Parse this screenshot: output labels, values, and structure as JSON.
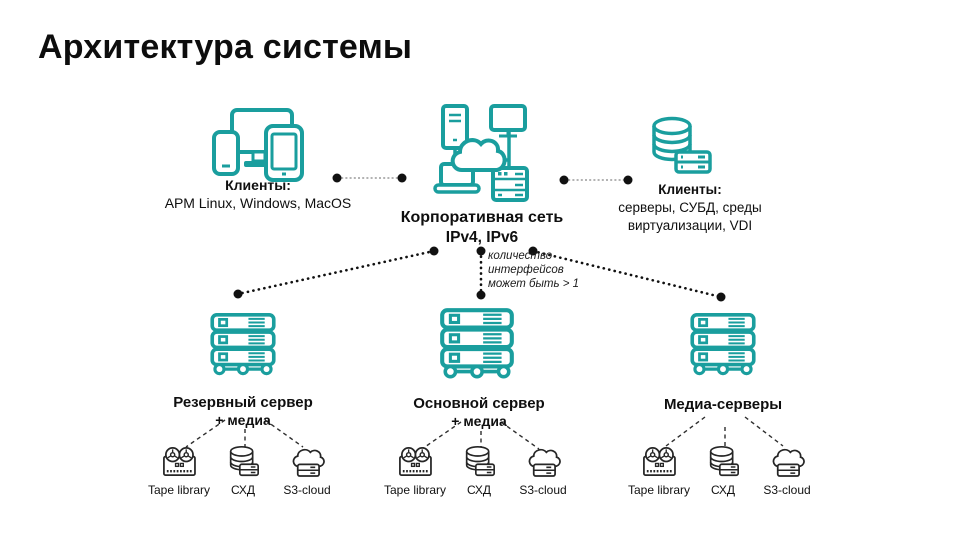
{
  "slide": {
    "title": "Архитектура системы"
  },
  "colors": {
    "accent_teal": "#1A9E9E",
    "text": "#111111",
    "dark_icon": "#262626"
  },
  "top": {
    "clients_left": {
      "icon": "client-devices-icon",
      "heading": "Клиенты:",
      "detail": "АРМ Linux, Windows, MacOS"
    },
    "network": {
      "icon": "corporate-network-icon",
      "title": "Корпоративная сеть",
      "subtitle": "IPv4, IPv6"
    },
    "clients_right": {
      "icon": "database-clients-icon",
      "heading": "Клиенты:",
      "detail_line1": "серверы, СУБД, среды",
      "detail_line2": "виртуализации, VDI"
    }
  },
  "annotation": {
    "line1": "количество",
    "line2": "интерфейсов",
    "line3": "может быть > 1"
  },
  "servers": [
    {
      "label_line1": "Резервный сервер",
      "label_line2": "+ медиа"
    },
    {
      "label_line1": "Основной сервер",
      "label_line2": "+ медиа"
    },
    {
      "label_line1": "Медиа-серверы",
      "label_line2": ""
    }
  ],
  "storage_items": [
    {
      "icon": "tape-library-icon",
      "label": "Tape library"
    },
    {
      "icon": "storage-array-icon",
      "label": "СХД"
    },
    {
      "icon": "s3-cloud-icon",
      "label": "S3-cloud"
    }
  ]
}
